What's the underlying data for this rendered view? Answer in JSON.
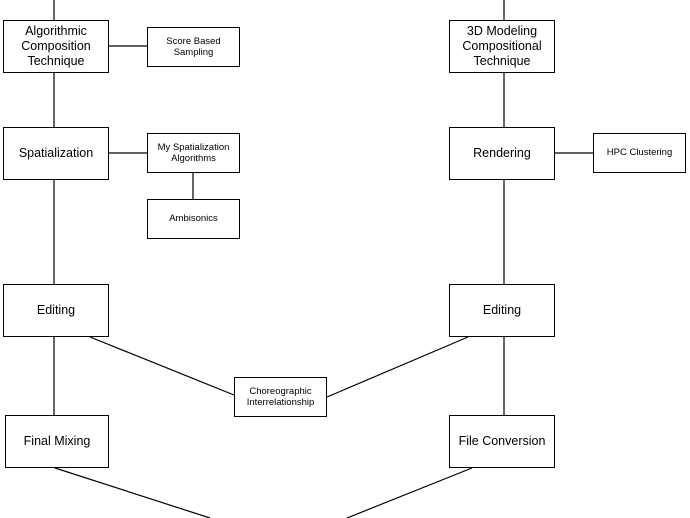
{
  "nodes": {
    "algorithmic_composition": "Algorithmic\nComposition\nTechnique",
    "score_based_sampling": "Score Based\nSampling",
    "spatialization": "Spatialization",
    "my_spatialization_algorithms": "My Spatialization\nAlgorithms",
    "ambisonics": "Ambisonics",
    "editing_left": "Editing",
    "final_mixing": "Final Mixing",
    "choreographic_interrelationship": "Choreographic\nInterrelationship",
    "modeling_3d": "3D Modeling\nCompositional\nTechnique",
    "rendering": "Rendering",
    "hpc_clustering": "HPC Clustering",
    "editing_right": "Editing",
    "file_conversion": "File Conversion"
  }
}
